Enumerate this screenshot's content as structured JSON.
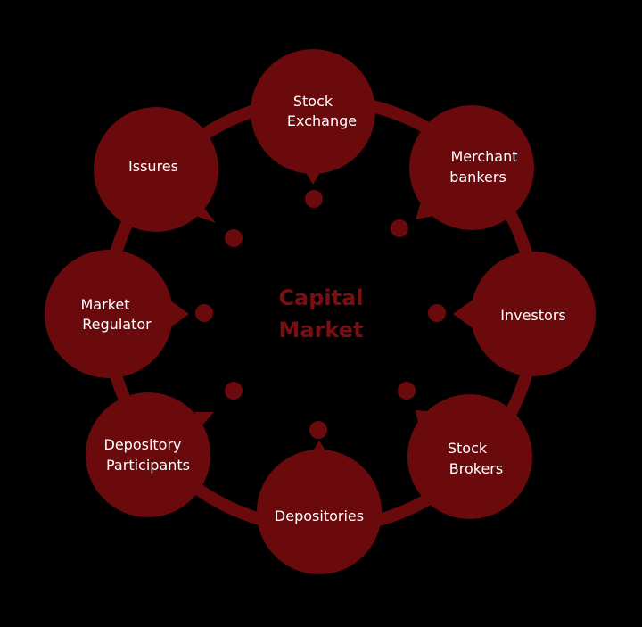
{
  "colors": {
    "background": "#000000",
    "node_fill": "#6b0a0d",
    "ring": "#6b0a0d",
    "dot": "#6b0a0d",
    "node_text": "#ffffff",
    "center_text": "#7a0f12"
  },
  "center": {
    "line1": "Capital",
    "line2": "Market"
  },
  "nodes": [
    {
      "id": "stock-exchange",
      "lines": [
        "Stock",
        "Exchange"
      ]
    },
    {
      "id": "merchant-bankers",
      "lines": [
        "Merchant",
        "bankers"
      ]
    },
    {
      "id": "investors",
      "lines": [
        "Investors"
      ]
    },
    {
      "id": "stock-brokers",
      "lines": [
        "Stock",
        "Brokers"
      ]
    },
    {
      "id": "depositories",
      "lines": [
        "Depositories"
      ]
    },
    {
      "id": "depository-participants",
      "lines": [
        "Depository",
        "Participants"
      ]
    },
    {
      "id": "market-regulator",
      "lines": [
        "Market",
        "Regulator"
      ]
    },
    {
      "id": "issures",
      "lines": [
        "Issures"
      ]
    }
  ]
}
